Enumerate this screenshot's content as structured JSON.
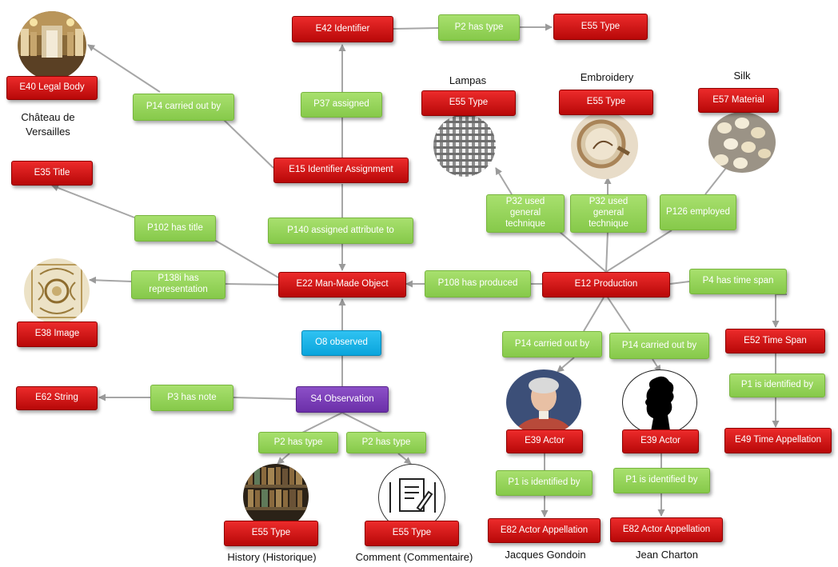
{
  "nodes": {
    "e40": "E40 Legal Body",
    "e42": "E42 Identifier",
    "p2_top": "P2 has type",
    "e55_top": "E55 Type",
    "p14_left": "P14 carried out by",
    "p37": "P37 assigned",
    "e15": "E15 Identifier Assignment",
    "e35": "E35 Title",
    "p102": "P102 has title",
    "p140": "P140 assigned attribute to",
    "e38": "E38 Image",
    "p138": "P138i has representation",
    "e22": "E22 Man-Made Object",
    "p108": "P108 has produced",
    "e12": "E12 Production",
    "p4": "P4 has time span",
    "e55_lampas": "E55 Type",
    "e55_embroidery": "E55 Type",
    "e57": "E57 Material",
    "p32a": "P32 used general technique",
    "p32b": "P32 used general technique",
    "p126": "P126 employed",
    "o8": "O8 observed",
    "e62": "E62 String",
    "p3": "P3 has note",
    "s4": "S4 Observation",
    "p2_left": "P2 has type",
    "p2_right": "P2 has type",
    "e55_history": "E55 Type",
    "e55_comment": "E55 Type",
    "p14_a": "P14 carried out by",
    "p14_b": "P14 carried out by",
    "e39_a": "E39 Actor",
    "e39_b": "E39 Actor",
    "p1_a": "P1 is identified by",
    "p1_b": "P1 is identified by",
    "e82_a": "E82 Actor Appellation",
    "e82_b": "E82 Actor Appellation",
    "e52": "E52 Time Span",
    "p1_time": "P1 is identified by",
    "e49": "E49 Time Appellation"
  },
  "labels": {
    "versailles": "Château de Versailles",
    "lampas": "Lampas",
    "embroidery": "Embroidery",
    "silk": "Silk",
    "history": "History (Historique)",
    "comment": "Comment  (Commentaire)",
    "gondoin": "Jacques Gondoin",
    "charton": "Jean Charton"
  },
  "images": {
    "versailles": "hall-of-mirrors-photo",
    "lampas": "lampas-weave-texture",
    "embroidery": "embroidery-hoop-photo",
    "silk": "silk-cocoons-photo",
    "ornament": "ornamental-panel-image",
    "archive": "archive-bookshelf-photo",
    "comment": "document-pen-icon",
    "gondoin": "portrait-painting",
    "charton": "silhouette-portrait"
  },
  "colors": {
    "class": "#c80f0f",
    "property": "#92d050",
    "observed": "#10b0e8",
    "observation": "#7030a0"
  }
}
